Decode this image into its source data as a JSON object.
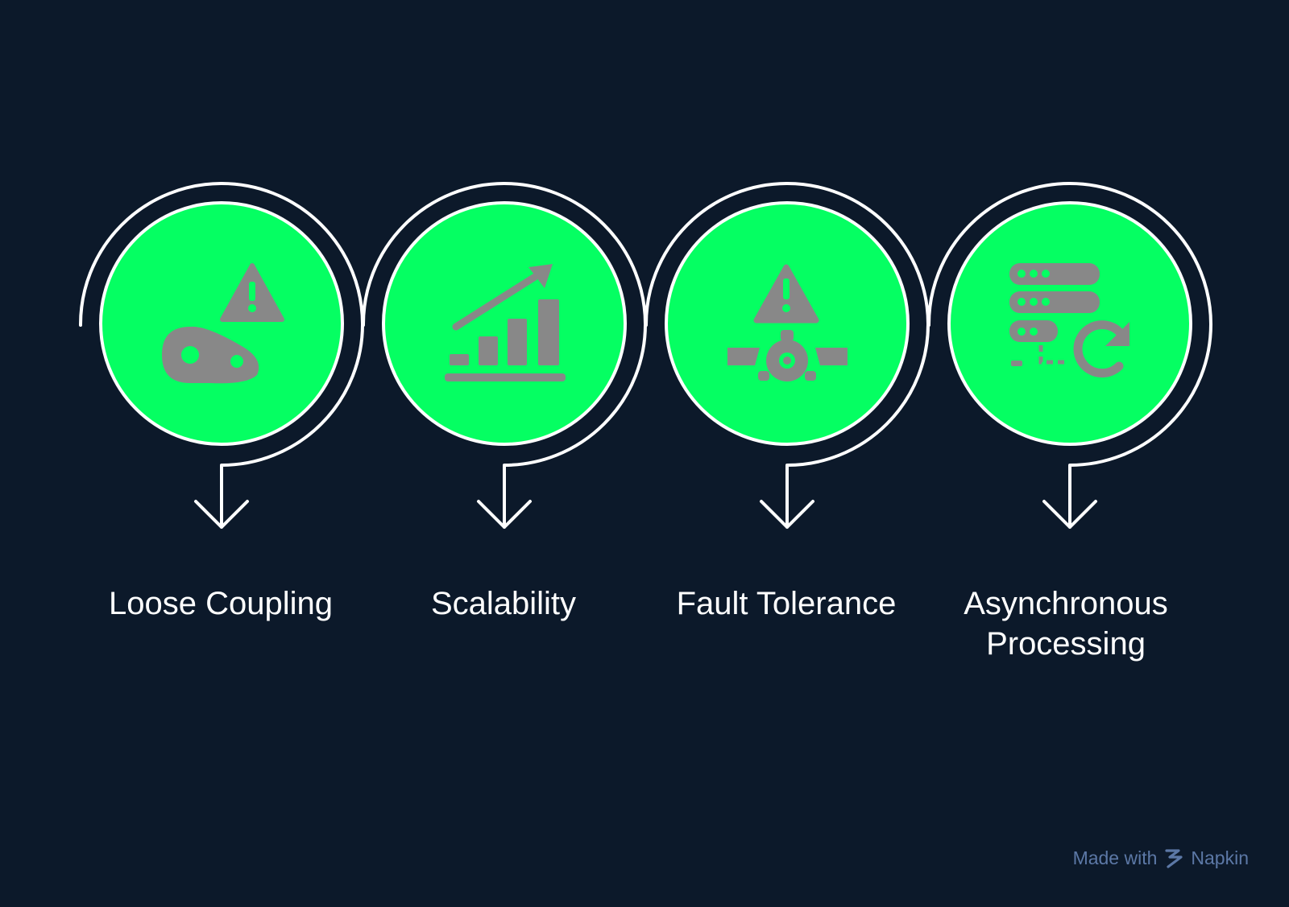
{
  "steps": [
    {
      "label": "Loose Coupling",
      "icon": "chain-link-warning-icon"
    },
    {
      "label": "Scalability",
      "icon": "growth-bar-chart-icon"
    },
    {
      "label": "Fault Tolerance",
      "icon": "broken-pipe-warning-icon"
    },
    {
      "label": "Asynchronous\nProcessing",
      "icon": "server-refresh-icon"
    }
  ],
  "watermark": {
    "prefix": "Made with",
    "brand": "Napkin",
    "icon": "napkin-logo-icon"
  },
  "colors": {
    "background": "#0c192a",
    "circle_fill": "#05ff62",
    "icon_fill": "#888888",
    "stroke": "#ffffff",
    "watermark": "#5c78a6"
  }
}
